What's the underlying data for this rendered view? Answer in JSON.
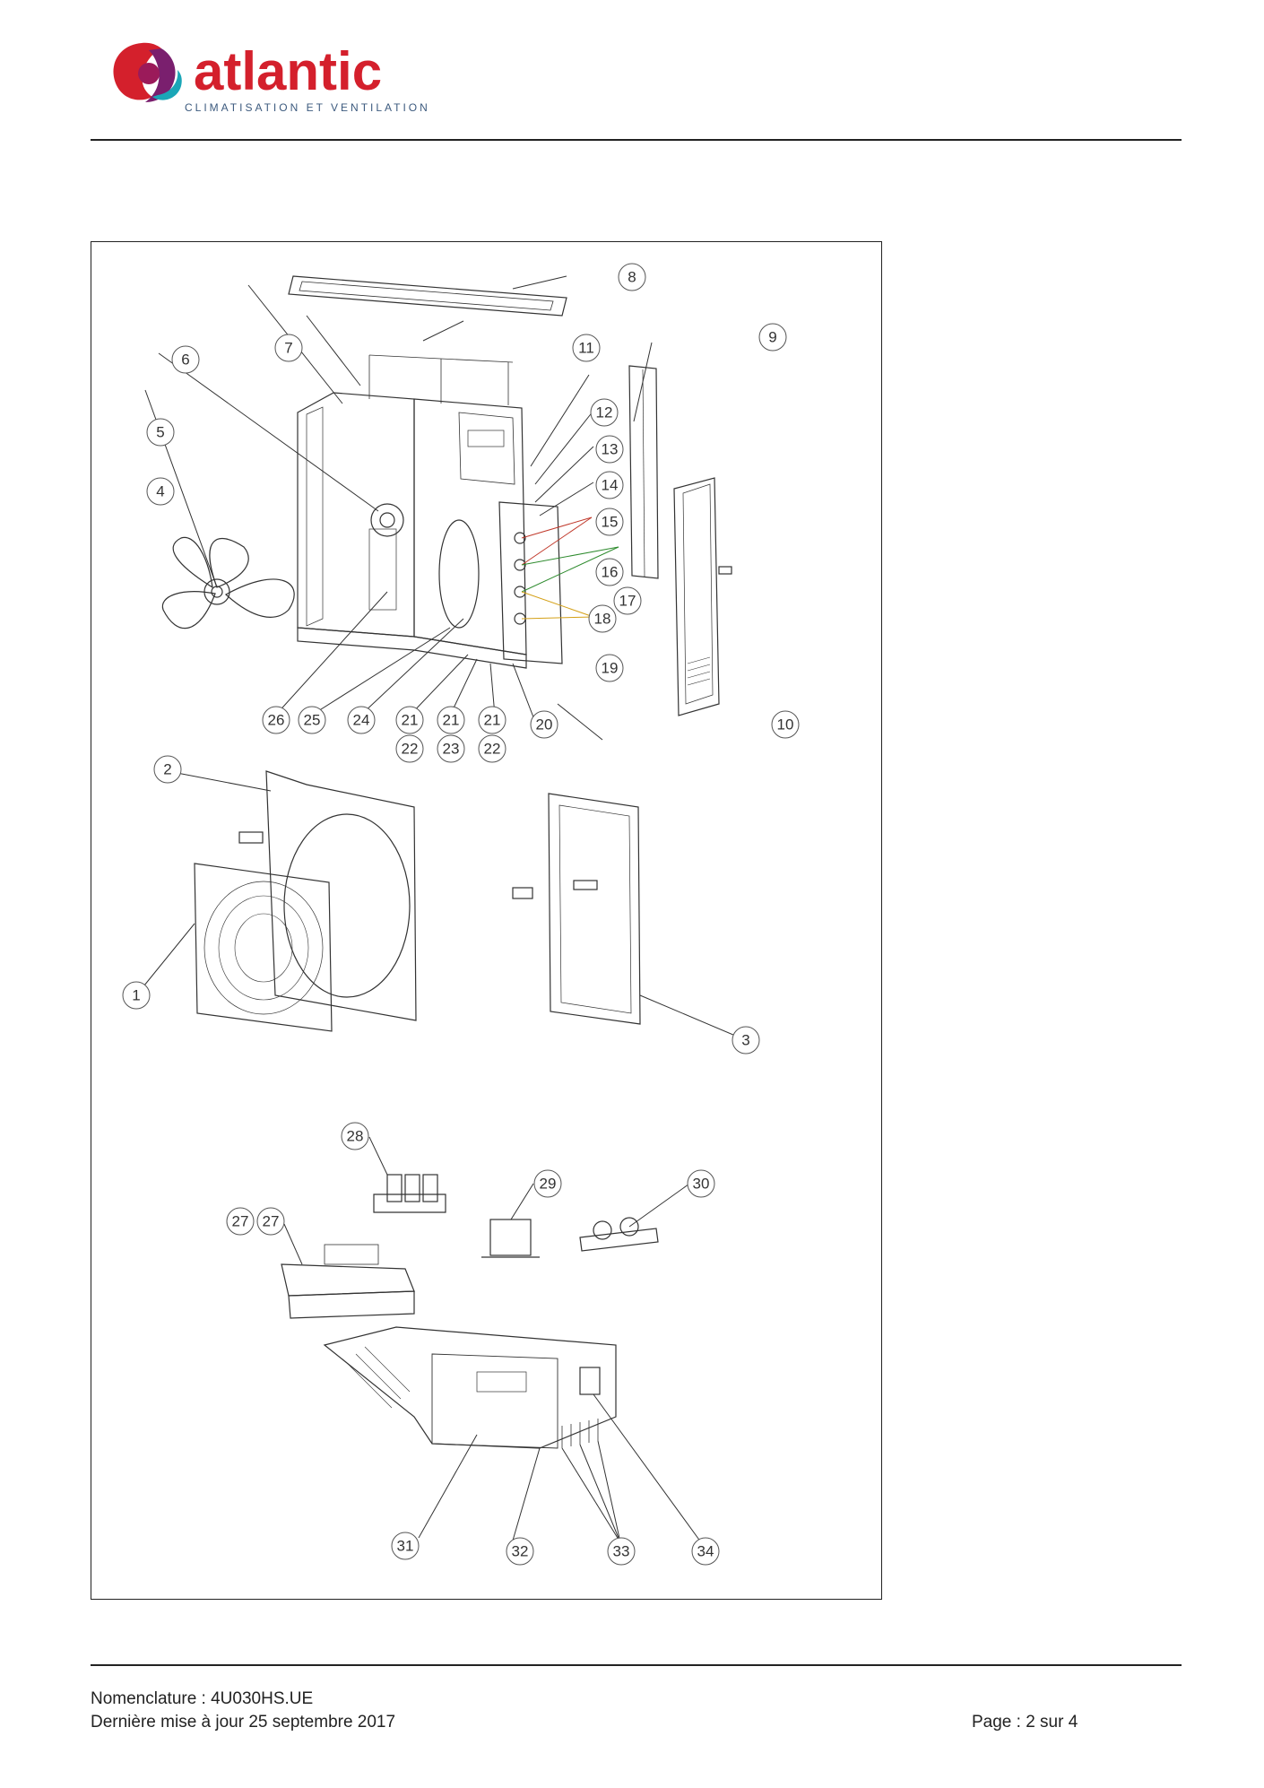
{
  "brand": {
    "name": "atlantic",
    "tagline": "CLIMATISATION ET VENTILATION",
    "colors": {
      "wordmark": "#d4202c",
      "tagline": "#3c5a7e",
      "swirl_red": "#d4202c",
      "swirl_purple": "#7a1f6e",
      "swirl_teal": "#1aa6b7"
    }
  },
  "diagram": {
    "callouts": {
      "c1": "1",
      "c2": "2",
      "c3": "3",
      "c4": "4",
      "c5": "5",
      "c6": "6",
      "c7": "7",
      "c8": "8",
      "c9": "9",
      "c10": "10",
      "c11": "11",
      "c12": "12",
      "c13": "13",
      "c14": "14",
      "c15": "15",
      "c16": "16",
      "c17": "17",
      "c18": "18",
      "c19": "19",
      "c20": "20",
      "c21a": "21",
      "c21b": "21",
      "c21c": "21",
      "c22a": "22",
      "c22b": "22",
      "c23": "23",
      "c24": "24",
      "c25": "25",
      "c26": "26",
      "c27a": "27",
      "c27b": "27",
      "c28": "28",
      "c29": "29",
      "c30": "30",
      "c31": "31",
      "c32": "32",
      "c33": "33",
      "c34": "34"
    }
  },
  "footer": {
    "nomenclature": "Nomenclature : 4U030HS.UE",
    "updated": "Dernière mise à jour 25 septembre 2017",
    "page": "Page : 2 sur 4"
  }
}
